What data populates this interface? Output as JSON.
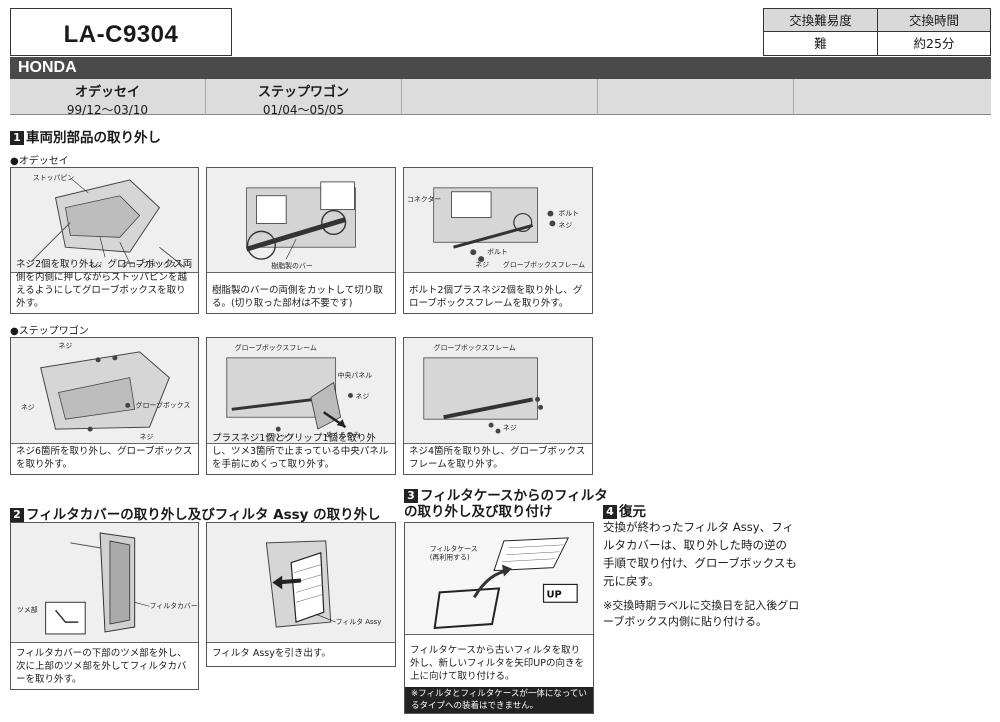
{
  "header": {
    "model": "LA-C9304",
    "difficulty_label": "交換難易度",
    "time_label": "交換時間",
    "difficulty_value": "難",
    "time_value": "約25分"
  },
  "maker": "HONDA",
  "vehicles": [
    {
      "name": "オデッセイ",
      "years": "99/12〜03/10"
    },
    {
      "name": "ステップワゴン",
      "years": "01/04〜05/05"
    }
  ],
  "section1": {
    "num": "1",
    "title": "車両別部品の取り外し",
    "odyssey_label": "●オデッセイ",
    "stepwgn_label": "●ステップワゴン",
    "odyssey_panels": [
      {
        "caption": "ネジ2個を取り外し、グローブボックス両側を内側に押しながらストッパピンを越えるようにしてグローブボックスを取り外す。",
        "labels": [
          "ストッパピン",
          "ネジ",
          "グローブボックス"
        ]
      },
      {
        "caption": "樹脂製のバーの両側をカットして切り取る。(切り取った部材は不要です)",
        "labels": [
          "樹脂製のバー"
        ]
      },
      {
        "caption": "ボルト2個プラスネジ2個を取り外し、グローブボックスフレームを取り外す。",
        "labels": [
          "コネクター",
          "ボルト",
          "ネジ",
          "ボルト",
          "ネジ",
          "グローブボックスフレーム"
        ]
      }
    ],
    "stepwgn_panels": [
      {
        "caption": "ネジ6箇所を取り外し、グローブボックスを取り外す。",
        "labels": [
          "ネジ",
          "ネジ",
          "グローブボックス",
          "ネジ"
        ]
      },
      {
        "caption": "プラスネジ1個とクリップ1個を取り外し、ツメ3箇所で止まっている中央パネルを手前にめくって取り外す。",
        "labels": [
          "グローブボックスフレーム",
          "中央パネル",
          "ネジ",
          "クリップ",
          "めくるのみ"
        ]
      },
      {
        "caption": "ネジ4箇所を取り外し、グローブボックスフレームを取り外す。",
        "labels": [
          "グローブボックスフレーム",
          "ネジ"
        ]
      }
    ]
  },
  "section2": {
    "num": "2",
    "title": "フィルタカバーの取り外し及びフィルタ Assy の取り外し",
    "panels": [
      {
        "caption": "フィルタカバーの下部のツメ部を外し、次に上部のツメ部を外してフィルタカバーを取り外す。",
        "labels": [
          "ツメ部",
          "フィルタカバー"
        ]
      },
      {
        "caption": "フィルタ Assyを引き出す。",
        "labels": [
          "フィルタ Assy"
        ]
      }
    ]
  },
  "section3": {
    "num": "3",
    "title_line1": "フィルタケースからのフィルタ",
    "title_line2": "の取り外し及び取り付け",
    "caption": "フィルタケースから古いフィルタを取り外し、新しいフィルタを矢印UPの向きを上に向けて取り付ける。",
    "note": "※フィルタとフィルタケースが一体になっているタイプへの装着はできません。",
    "labels": [
      "フィルタケース",
      "(再利用する)",
      "UP"
    ]
  },
  "section4": {
    "num": "4",
    "title": "復元",
    "text": "交換が終わったフィルタ Assy、フィルタカバーは、取り外した時の逆の手順で取り付け、グローブボックスも元に戻す。",
    "note": "※交換時期ラベルに交換日を記入後グローブボックス内側に貼り付ける。"
  }
}
